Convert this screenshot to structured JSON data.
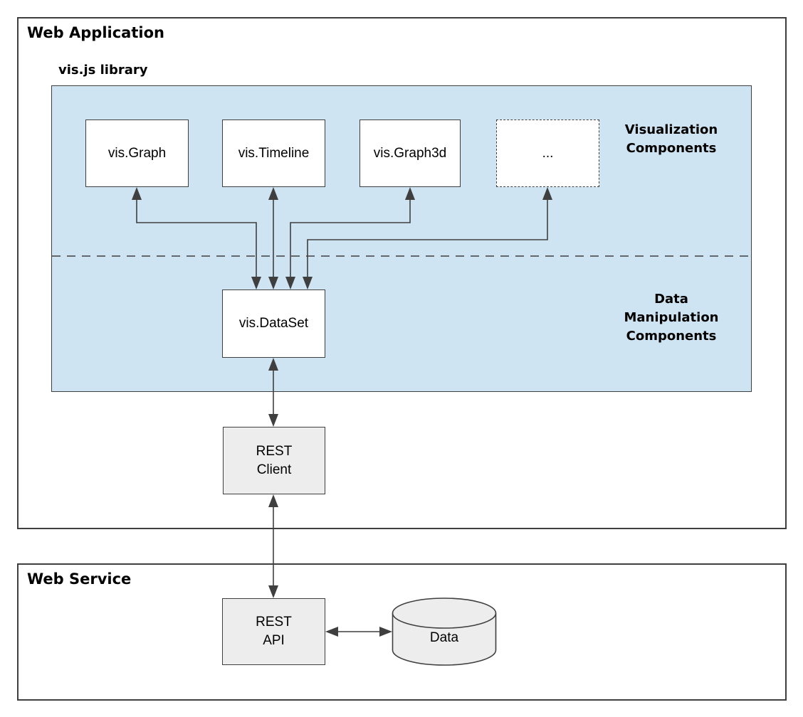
{
  "containers": {
    "web_application": {
      "title": "Web Application"
    },
    "vis_library": {
      "title": "vis.js library"
    },
    "web_service": {
      "title": "Web Service"
    }
  },
  "annotations": {
    "visualization": {
      "line1": "Visualization",
      "line2": "Components"
    },
    "data_manipulation": {
      "line1": "Data",
      "line2": "Manipulation",
      "line3": "Components"
    }
  },
  "nodes": {
    "vis_graph": {
      "label": "vis.Graph"
    },
    "vis_timeline": {
      "label": "vis.Timeline"
    },
    "vis_graph3d": {
      "label": "vis.Graph3d"
    },
    "more_components": {
      "label": "..."
    },
    "vis_dataset": {
      "label": "vis.DataSet"
    },
    "rest_client": {
      "line1": "REST",
      "line2": "Client"
    },
    "rest_api": {
      "line1": "REST",
      "line2": "API"
    },
    "data_store": {
      "label": "Data"
    }
  },
  "colors": {
    "library_region_fill": "#cfe4f2",
    "component_fill": "#ffffff",
    "service_node_fill": "#ededed",
    "border": "#3f3f3f",
    "text": "#000000",
    "background": "#ffffff"
  }
}
